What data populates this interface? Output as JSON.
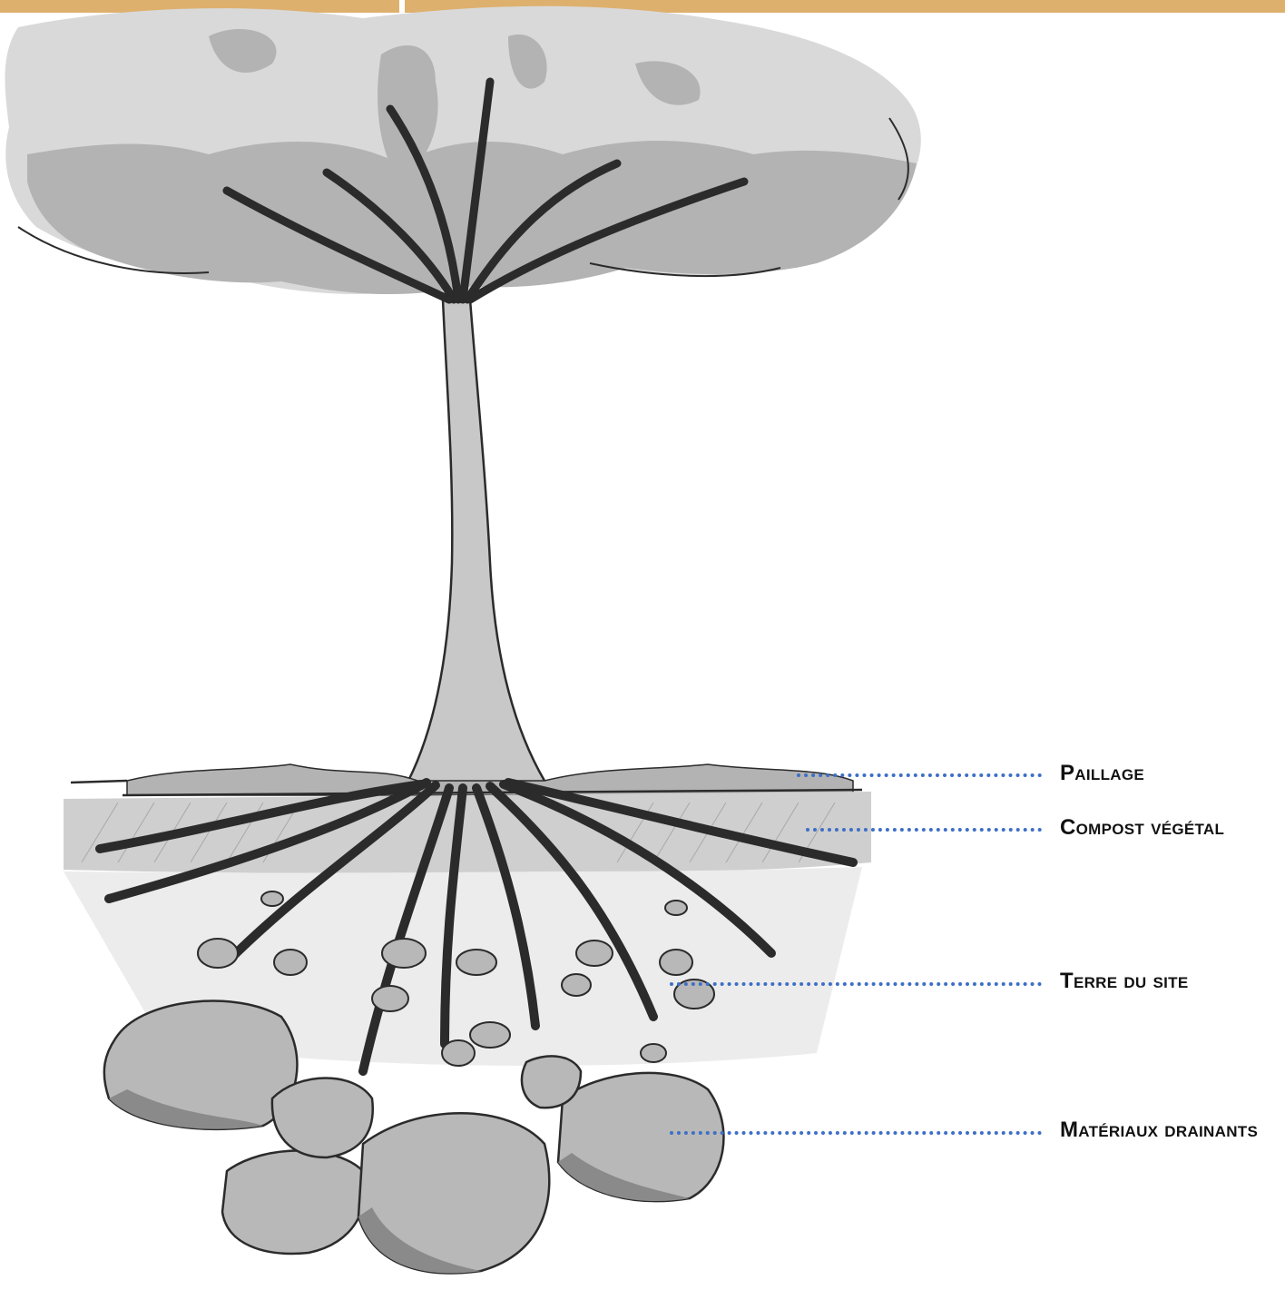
{
  "colors": {
    "accent_band": "#deb06e",
    "leader_line": "#3d6fc6",
    "label_text": "#111111",
    "foliage_light": "#d9d9d9",
    "foliage_dark": "#b3b3b3",
    "trunk": "#c8c8c8",
    "ink": "#2b2b2b",
    "soil_compost": "#cfcfcf",
    "soil_site": "#ececec",
    "rock": "#b8b8b8",
    "rock_shadow": "#8a8a8a"
  },
  "icons": {
    "illustration": "tree-cross-section-illustration"
  },
  "layers": [
    {
      "label": "Paillage"
    },
    {
      "label": "Compost végétal"
    },
    {
      "label": "Terre du site"
    },
    {
      "label": "Matériaux drainants"
    }
  ]
}
